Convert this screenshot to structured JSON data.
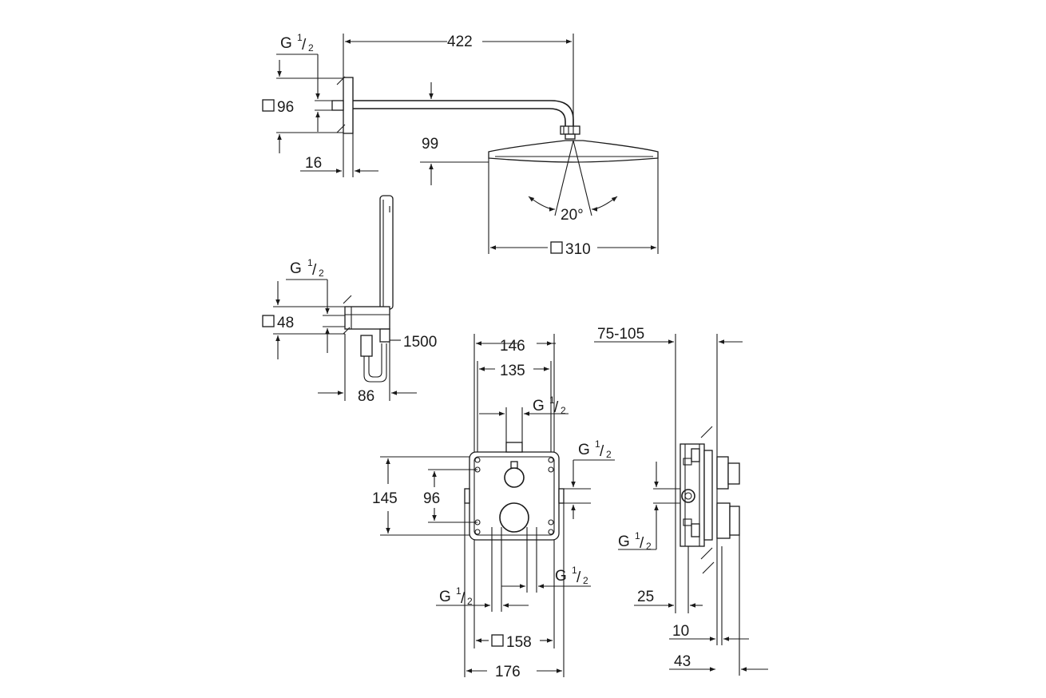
{
  "dims": {
    "d422": "422",
    "d96_arm": "96",
    "d16": "16",
    "d99": "99",
    "d20": "20°",
    "d310": "310",
    "d48": "48",
    "d1500": "1500",
    "d86": "86",
    "d146": "146",
    "d135": "135",
    "d145": "145",
    "d96_box": "96",
    "d158": "158",
    "d176": "176",
    "d75_105": "75-105",
    "d25": "25",
    "d10": "10",
    "d43": "43"
  },
  "thread": {
    "letter": "G",
    "num": "1",
    "den": "2"
  }
}
